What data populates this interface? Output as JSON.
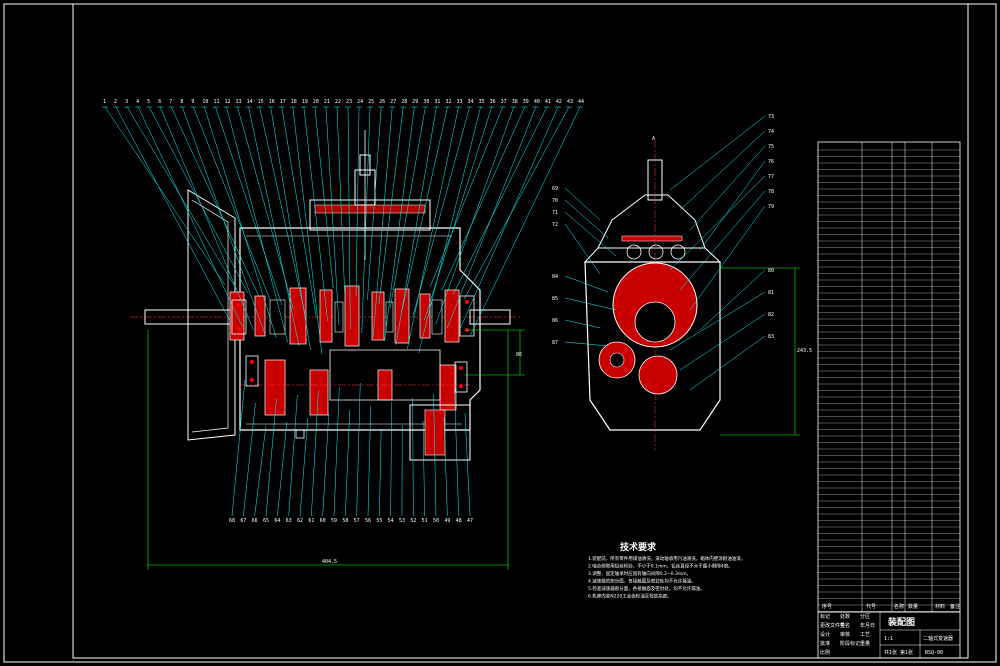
{
  "drawing": {
    "title_block": {
      "drawing_title": "装配图",
      "product_name": "二轴式变速器",
      "drawing_no": "BSQ-00",
      "scale": "1:1",
      "sheet": "共1张 第1张"
    },
    "notes": {
      "title": "技术要求",
      "lines": [
        "1.装配前，所有零件用煤油清洗，滚动轴承用汽油清洗，箱体内壁涂耐油油漆。",
        "2.啮合侧隙用铅丝检验，不小于0.1mm，铅丝直径不大于最小侧隙4倍。",
        "3.调整、固定轴承时应留有轴向间隙0.2~0.3mm。",
        "4.减速器的剖分面、各接触面及密封处均不允许漏油。",
        "5.检查减速器剖分面，各接触面及密封处，均不允许漏油。",
        "6.机座内装N220工业齿轮油至规定高度。"
      ]
    },
    "dimensions": {
      "overall_length": "404.5",
      "side_height": "243.5",
      "center_dist": "86"
    },
    "top_balloons": [
      "1",
      "2",
      "3",
      "4",
      "5",
      "6",
      "7",
      "8",
      "9",
      "10",
      "11",
      "12",
      "13",
      "14",
      "15",
      "16",
      "17",
      "18",
      "19",
      "20",
      "21",
      "22",
      "23",
      "24",
      "25",
      "26",
      "27",
      "28",
      "29",
      "30",
      "31",
      "32",
      "33",
      "34",
      "35",
      "36",
      "37",
      "38",
      "39",
      "40",
      "41",
      "42",
      "43",
      "44"
    ],
    "bottom_balloons": [
      "68",
      "67",
      "66",
      "65",
      "64",
      "63",
      "62",
      "61",
      "60",
      "59",
      "58",
      "57",
      "56",
      "55",
      "54",
      "53",
      "52",
      "51",
      "50",
      "49",
      "48",
      "47"
    ],
    "side_right_balloons": [
      "73",
      "74",
      "75",
      "76",
      "77",
      "78",
      "79",
      "80",
      "81",
      "82",
      "83"
    ],
    "side_left_balloons": [
      "69",
      "70",
      "71",
      "72",
      "84",
      "85",
      "86",
      "87"
    ],
    "parts_list_header": [
      "序号",
      "代号",
      "名称",
      "数量",
      "材料",
      "备注"
    ],
    "title_labels": [
      "标记",
      "处数",
      "分区",
      "更改文件号",
      "签名",
      "年月日",
      "设计",
      "审核",
      "工艺",
      "批准",
      "阶段标记",
      "重量",
      "比例"
    ]
  }
}
